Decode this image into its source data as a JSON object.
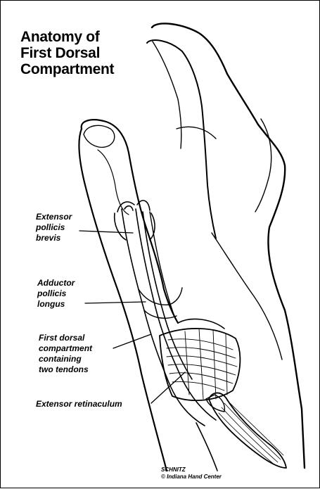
{
  "title": {
    "line1": "Anatomy of",
    "line2": "First Dorsal",
    "line3": "Compartment"
  },
  "labels": {
    "epb": [
      "Extensor",
      "pollicis",
      "brevis"
    ],
    "apl": [
      "Adductor",
      "pollicis",
      "longus"
    ],
    "compartment": [
      "First dorsal",
      "compartment",
      "containing",
      "two tendons"
    ],
    "retinaculum": "Extensor retinaculum"
  },
  "credit": {
    "artist": "SCHNITZ",
    "source": "© Indiana Hand Center"
  },
  "colors": {
    "line": "#000000",
    "background": "#ffffff",
    "shading": "#555555"
  }
}
